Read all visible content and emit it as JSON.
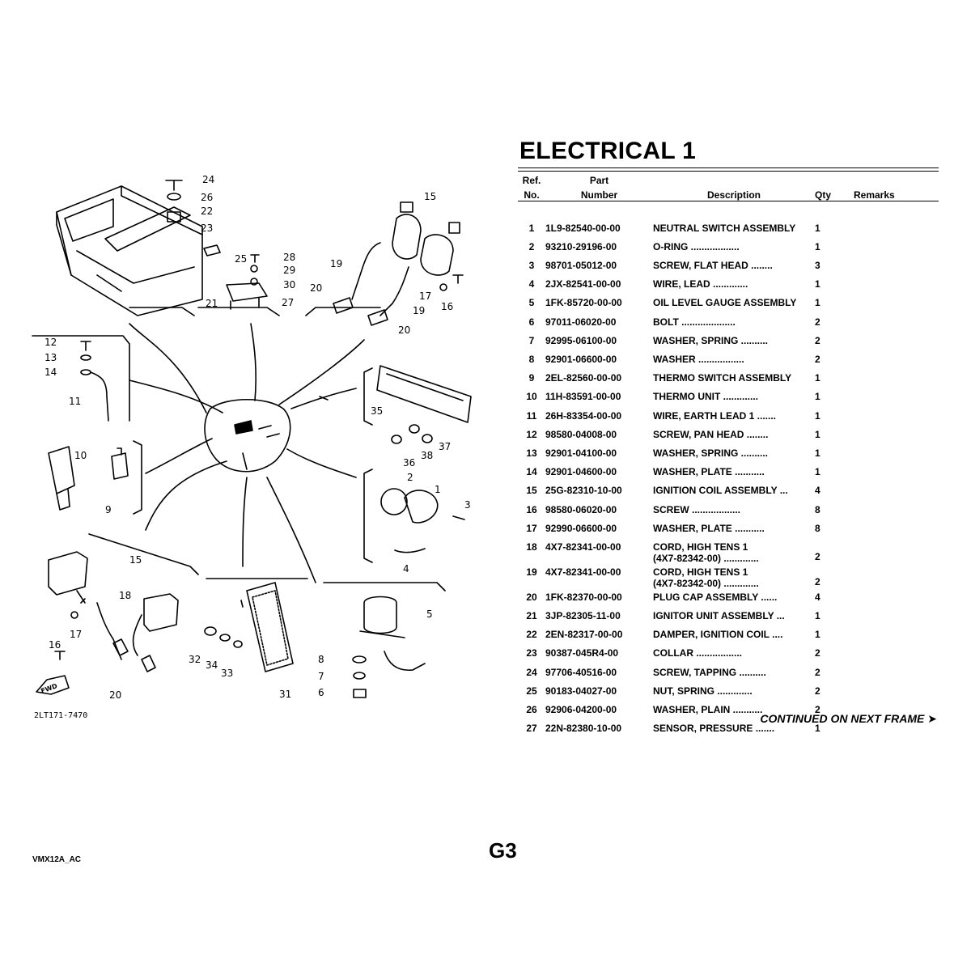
{
  "title": "ELECTRICAL 1",
  "table_header": {
    "ref_line1": "Ref.",
    "ref_line2": "No.",
    "part_line1": "Part",
    "part_line2": "Number",
    "description": "Description",
    "qty": "Qty",
    "remarks": "Remarks"
  },
  "parts": [
    {
      "ref": "1",
      "part_number": "1L9-82540-00-00",
      "description": "NEUTRAL SWITCH ASSEMBLY",
      "qty": "1"
    },
    {
      "ref": "2",
      "part_number": "93210-29196-00",
      "description": "O-RING  ..................",
      "qty": "1"
    },
    {
      "ref": "3",
      "part_number": "98701-05012-00",
      "description": "SCREW, FLAT HEAD  ........",
      "qty": "3"
    },
    {
      "ref": "4",
      "part_number": "2JX-82541-00-00",
      "description": "WIRE, LEAD  .............",
      "qty": "1"
    },
    {
      "ref": "5",
      "part_number": "1FK-85720-00-00",
      "description": "OIL LEVEL GAUGE ASSEMBLY",
      "qty": "1"
    },
    {
      "ref": "6",
      "part_number": "97011-06020-00",
      "description": "BOLT  ....................",
      "qty": "2"
    },
    {
      "ref": "7",
      "part_number": "92995-06100-00",
      "description": "WASHER, SPRING  ..........",
      "qty": "2"
    },
    {
      "ref": "8",
      "part_number": "92901-06600-00",
      "description": "WASHER  .................",
      "qty": "2"
    },
    {
      "ref": "9",
      "part_number": "2EL-82560-00-00",
      "description": "THERMO SWITCH ASSEMBLY",
      "qty": "1"
    },
    {
      "ref": "10",
      "part_number": "11H-83591-00-00",
      "description": "THERMO UNIT  .............",
      "qty": "1"
    },
    {
      "ref": "11",
      "part_number": "26H-83354-00-00",
      "description": "WIRE, EARTH LEAD 1  .......",
      "qty": "1"
    },
    {
      "ref": "12",
      "part_number": "98580-04008-00",
      "description": "SCREW, PAN HEAD  ........",
      "qty": "1"
    },
    {
      "ref": "13",
      "part_number": "92901-04100-00",
      "description": "WASHER, SPRING  ..........",
      "qty": "1"
    },
    {
      "ref": "14",
      "part_number": "92901-04600-00",
      "description": "WASHER, PLATE  ...........",
      "qty": "1"
    },
    {
      "ref": "15",
      "part_number": "25G-82310-10-00",
      "description": "IGNITION COIL ASSEMBLY  ...",
      "qty": "4"
    },
    {
      "ref": "16",
      "part_number": "98580-06020-00",
      "description": "SCREW  ..................",
      "qty": "8"
    },
    {
      "ref": "17",
      "part_number": "92990-06600-00",
      "description": "WASHER, PLATE  ...........",
      "qty": "8"
    },
    {
      "ref": "18",
      "part_number": "4X7-82341-00-00",
      "description": "CORD, HIGH TENS 1",
      "description2": "(4X7-82342-00)  .............",
      "qty": "2"
    },
    {
      "ref": "19",
      "part_number": "4X7-82341-00-00",
      "description": "CORD, HIGH TENS 1",
      "description2": "(4X7-82342-00)  .............",
      "qty": "2"
    },
    {
      "ref": "20",
      "part_number": "1FK-82370-00-00",
      "description": "PLUG CAP ASSEMBLY  ......",
      "qty": "4"
    },
    {
      "ref": "21",
      "part_number": "3JP-82305-11-00",
      "description": "IGNITOR UNIT ASSEMBLY  ...",
      "qty": "1"
    },
    {
      "ref": "22",
      "part_number": "2EN-82317-00-00",
      "description": "DAMPER, IGNITION COIL  ....",
      "qty": "1"
    },
    {
      "ref": "23",
      "part_number": "90387-045R4-00",
      "description": "COLLAR  .................",
      "qty": "2"
    },
    {
      "ref": "24",
      "part_number": "97706-40516-00",
      "description": "SCREW, TAPPING  ..........",
      "qty": "2"
    },
    {
      "ref": "25",
      "part_number": "90183-04027-00",
      "description": "NUT, SPRING  .............",
      "qty": "2"
    },
    {
      "ref": "26",
      "part_number": "92906-04200-00",
      "description": "WASHER, PLAIN  ...........",
      "qty": "2"
    },
    {
      "ref": "27",
      "part_number": "22N-82380-10-00",
      "description": "SENSOR, PRESSURE  .......",
      "qty": "1"
    }
  ],
  "continued": "CONTINUED ON NEXT FRAME ➤",
  "page_code": "G3",
  "doc_code": "VMX12A_AC",
  "diagram": {
    "drawing_code": "2LT171-7470",
    "fwd_label": "FWD",
    "callouts": [
      "24",
      "26",
      "22",
      "23",
      "25",
      "28",
      "29",
      "30",
      "27",
      "21",
      "15",
      "19",
      "20",
      "17",
      "16",
      "19",
      "20",
      "12",
      "13",
      "14",
      "11",
      "10",
      "9",
      "35",
      "36",
      "38",
      "37",
      "2",
      "1",
      "3",
      "4",
      "15",
      "18",
      "17",
      "16",
      "20",
      "32",
      "34",
      "33",
      "31",
      "5",
      "8",
      "7",
      "6"
    ]
  }
}
